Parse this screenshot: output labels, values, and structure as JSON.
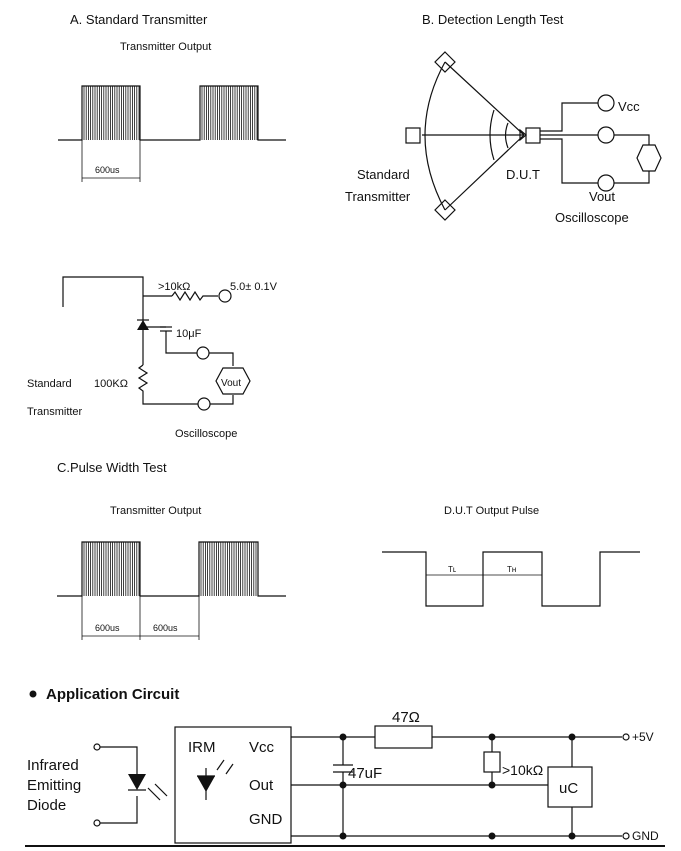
{
  "sectionA": {
    "title": "A.   Standard Transmitter",
    "subtitle": "Transmitter Output",
    "dim": "600us"
  },
  "sectionB": {
    "title": "B.   Detection Length Test",
    "vcc": "Vcc",
    "standard": "Standard",
    "transmitter": "Transmitter",
    "dut": "D.U.T",
    "vout": "Vout",
    "osc": "Oscilloscope"
  },
  "circuit2": {
    "res": ">10kΩ",
    "volt": "5.0± 0.1V",
    "cap": "10μF",
    "standard": "Standard",
    "r100k": "100KΩ",
    "transmitter": "Transmitter",
    "vout": "Vout",
    "osc": "Oscilloscope"
  },
  "sectionC": {
    "title": "C.Pulse Width Test",
    "left_title": "Transmitter Output",
    "dim1": "600us",
    "dim2": "600us",
    "right_title": "D.U.T Output Pulse",
    "tl": "Tʟ",
    "th": "Tʜ"
  },
  "app": {
    "title": "Application Circuit",
    "ir1": "Infrared",
    "ir2": "Emitting",
    "ir3": "Diode",
    "irm": "IRM",
    "vcc": "Vcc",
    "out": "Out",
    "gnd": "GND",
    "r47": "47Ω",
    "cap": "47uF",
    "r10k": ">10kΩ",
    "uc": "uC",
    "plus5": "+5V",
    "gndlbl": "GND"
  }
}
